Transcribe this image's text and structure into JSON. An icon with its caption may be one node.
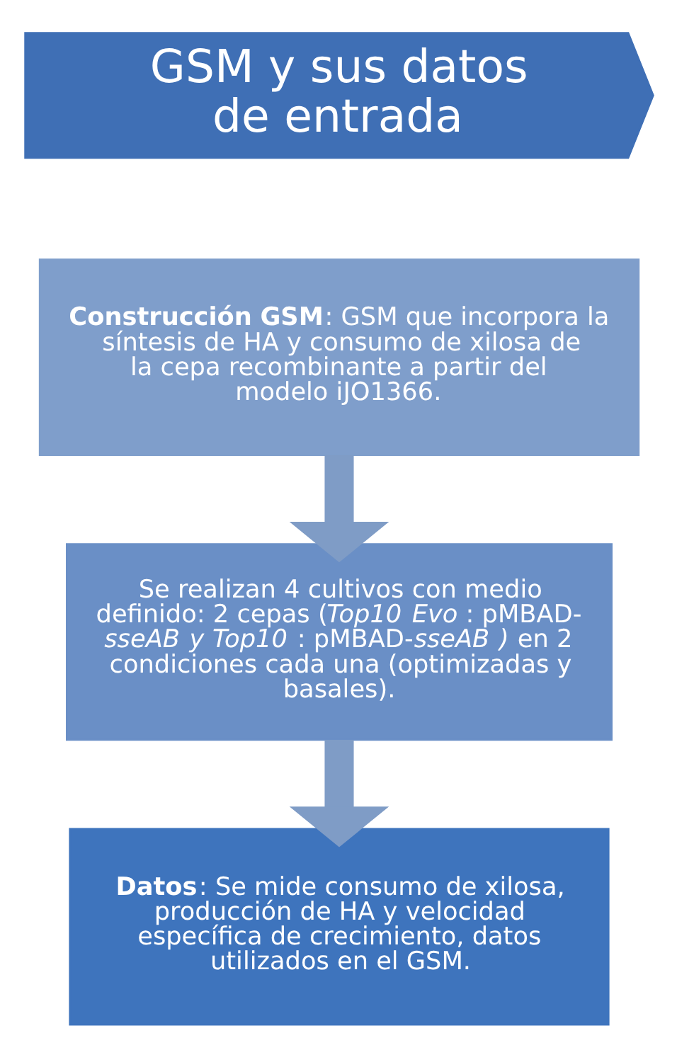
{
  "diagram": {
    "nodes": [
      {
        "text": [
          "GSM y sus datos de entrada"
        ]
      },
      {
        "text": [
          "**Construcción GSM**: GSM que incorpora la síntesis de HA y consumo de xilosa de la cepa recombinante a partir del modelo iJO1366."
        ]
      },
      {
        "text": [
          "Se realizan 4 cultivos con medio definido: 2 cepas (*Top10 Evo* : pMBAD-*sseAB y Top10* : pMBAD-*sseAB )* en 2 condiciones cada una (optimizadas y basales)."
        ]
      },
      {
        "text": [
          "**Datos**: Se mide consumo de xilosa, producción de HA y velocidad específica de crecimiento, datos utilizados en el GSM."
        ]
      }
    ],
    "edges": [
      {
        "from": 1,
        "to": 2,
        "arrow": "to"
      },
      {
        "from": 2,
        "to": 3,
        "arrow": "to"
      }
    ]
  }
}
